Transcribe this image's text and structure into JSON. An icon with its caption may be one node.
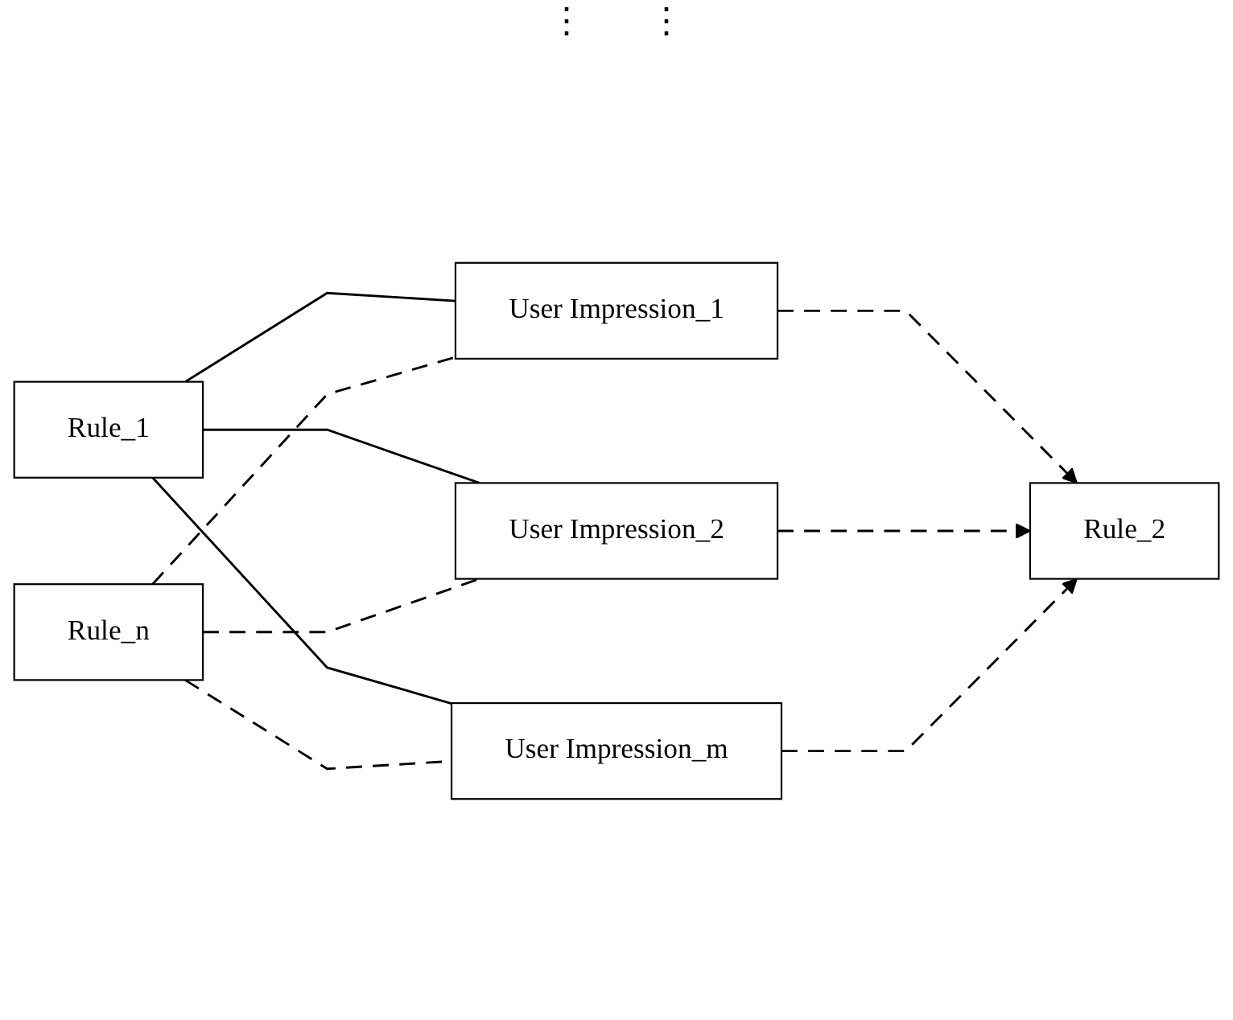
{
  "diagram": {
    "nodes": [
      {
        "text": [
          "Rule_1"
        ]
      },
      {
        "text": [
          "User Impression_1"
        ]
      },
      {
        "text": [
          "Rule_2"
        ]
      },
      {
        "text": [
          "User Impression_2"
        ]
      },
      {
        "text": [
          "Rule_n"
        ]
      },
      {
        "text": [
          "User Impression_m"
        ]
      }
    ],
    "edges": [
      {
        "from": 0,
        "to": 1,
        "arrow": "none"
      },
      {
        "from": 0,
        "to": 3,
        "arrow": "none"
      },
      {
        "from": 0,
        "to": 5,
        "arrow": "none"
      },
      {
        "from": 1,
        "to": 2,
        "arrow": "to",
        "style": "dashed"
      },
      {
        "from": 3,
        "to": 2,
        "arrow": "to",
        "style": "dashed"
      },
      {
        "from": 5,
        "to": 2,
        "arrow": "to",
        "style": "dashed"
      },
      {
        "from": 4,
        "to": 1,
        "arrow": "none",
        "style": "dashed"
      },
      {
        "from": 4,
        "to": 3,
        "arrow": "none",
        "style": "dashed"
      },
      {
        "from": 4,
        "to": 5,
        "arrow": "none",
        "style": "dashed"
      }
    ],
    "labels": [
      "⋮",
      "⋮"
    ]
  }
}
